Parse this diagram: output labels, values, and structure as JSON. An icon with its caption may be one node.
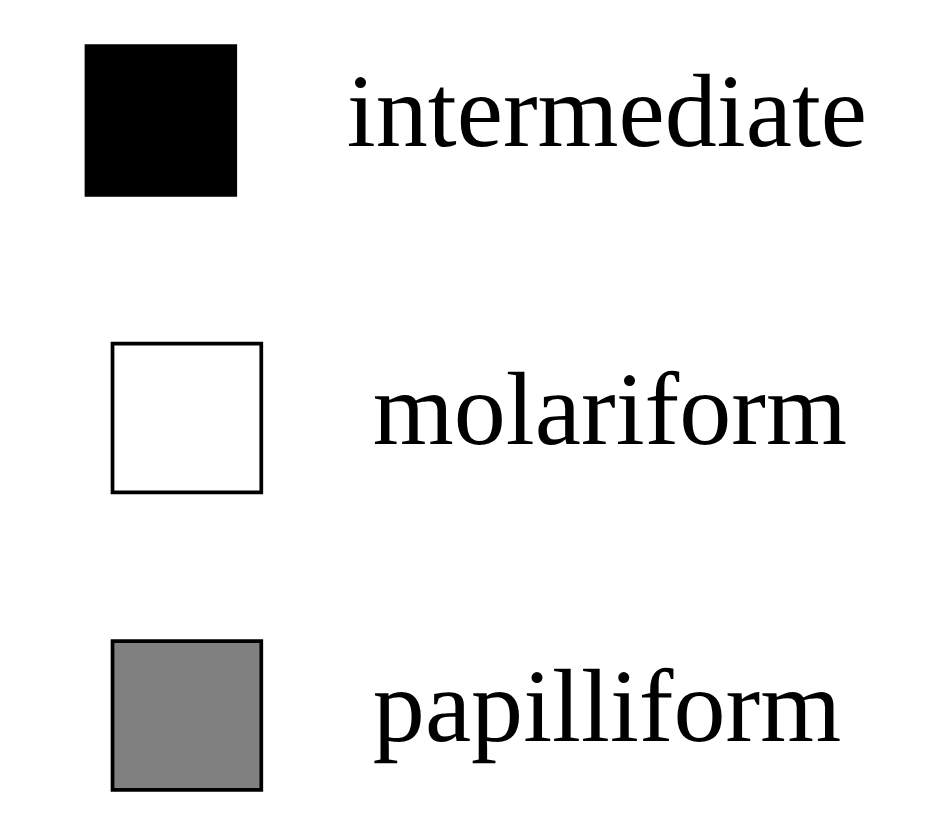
{
  "diagram": {
    "legend": [
      {
        "text": "intermediate",
        "color": "#000000"
      },
      {
        "text": "molariform",
        "color": "#ffffff"
      },
      {
        "text": "papilliform",
        "color": "#808080"
      }
    ]
  }
}
